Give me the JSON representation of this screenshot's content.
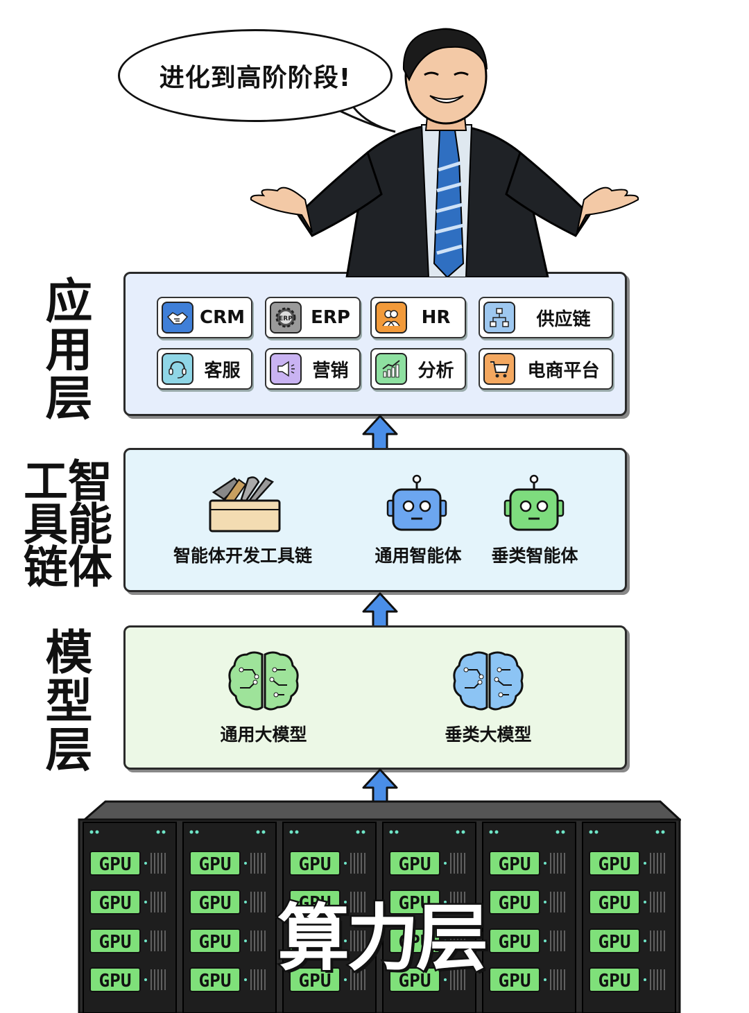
{
  "speech": "进化到高阶阶段!",
  "layers": {
    "application": {
      "label": "应用层",
      "tiles": [
        {
          "label": "CRM",
          "icon": "handshake-icon",
          "color": "#3f7fd8"
        },
        {
          "label": "ERP",
          "icon": "erp-gear-icon",
          "color": "#9a9a9a"
        },
        {
          "label": "HR",
          "icon": "people-icon",
          "color": "#f29a3a"
        },
        {
          "label": "供应链",
          "icon": "hierarchy-icon",
          "color": "#9ec8f0"
        },
        {
          "label": "客服",
          "icon": "headset-icon",
          "color": "#8fd6e6"
        },
        {
          "label": "营销",
          "icon": "megaphone-icon",
          "color": "#c9b3f2"
        },
        {
          "label": "分析",
          "icon": "bar-chart-icon",
          "color": "#8ee0a0"
        },
        {
          "label": "电商平台",
          "icon": "cart-icon",
          "color": "#f4a860"
        }
      ]
    },
    "agent": {
      "label_col1": "智能体",
      "label_col2": "工具链",
      "items": [
        {
          "label": "智能体开发工具链",
          "icon": "toolbox-icon"
        },
        {
          "label": "通用智能体",
          "icon": "robot-blue-icon",
          "color": "#6ca6f0"
        },
        {
          "label": "垂类智能体",
          "icon": "robot-green-icon",
          "color": "#7edc7e"
        }
      ]
    },
    "model": {
      "label": "模型层",
      "items": [
        {
          "label": "通用大模型",
          "icon": "brain-green-icon",
          "color": "#9ee39a"
        },
        {
          "label": "垂类大模型",
          "icon": "brain-blue-icon",
          "color": "#8cc4f4"
        }
      ]
    },
    "compute": {
      "label": "算力层",
      "gpu_label": "GPU"
    }
  },
  "colors": {
    "arrow": "#4a8ee8",
    "rack": "#2b2b2b",
    "gpu_card": "#7fe07a"
  }
}
